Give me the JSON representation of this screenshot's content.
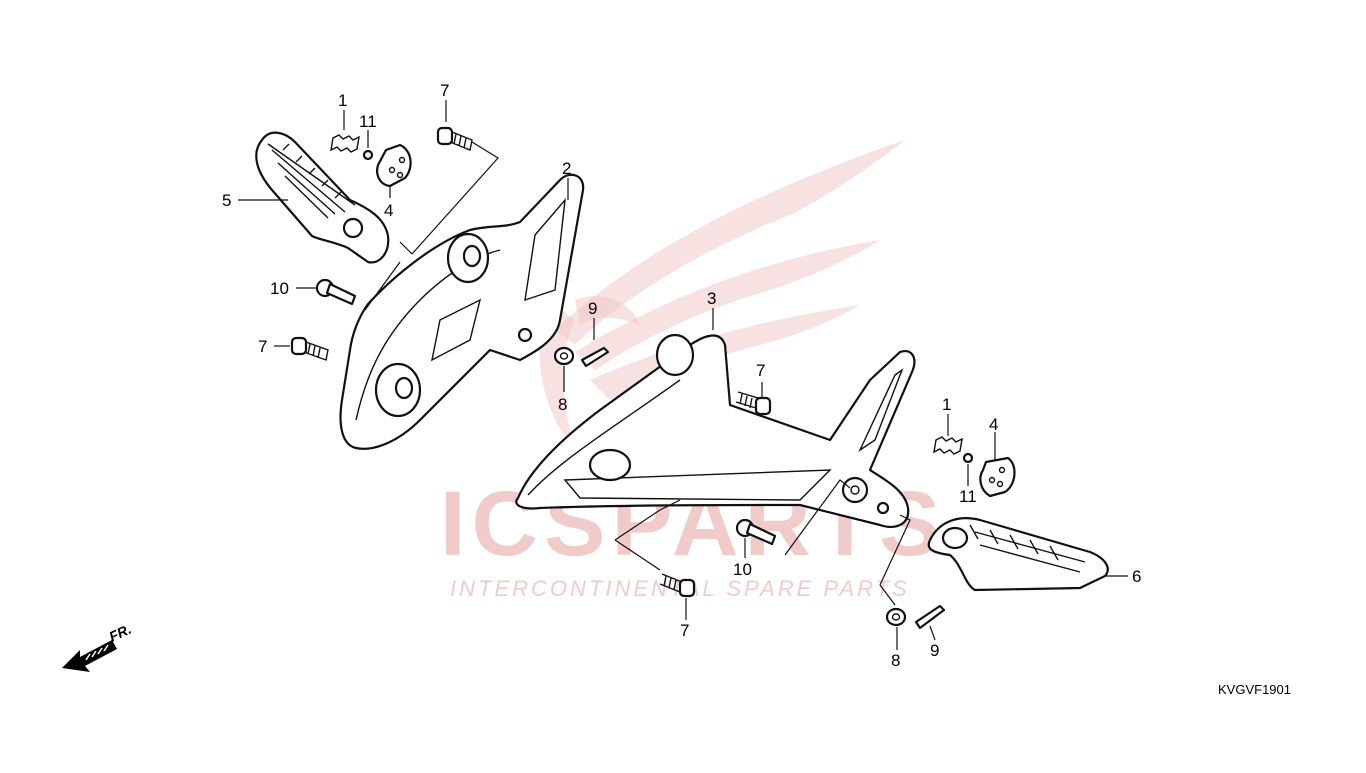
{
  "watermark": {
    "brand": "ICSPARTS",
    "tagline": "INTERCONTINENTAL SPARE PARTS",
    "color": "#e8a3a3"
  },
  "diagram": {
    "code": "KVGVF1901",
    "direction_label": "FR.",
    "callouts": [
      {
        "id": "c1a",
        "text": "1"
      },
      {
        "id": "c11a",
        "text": "11"
      },
      {
        "id": "c7a",
        "text": "7"
      },
      {
        "id": "c2",
        "text": "2"
      },
      {
        "id": "c5",
        "text": "5"
      },
      {
        "id": "c4a",
        "text": "4"
      },
      {
        "id": "c10a",
        "text": "10"
      },
      {
        "id": "c7b",
        "text": "7"
      },
      {
        "id": "c9a",
        "text": "9"
      },
      {
        "id": "c8a",
        "text": "8"
      },
      {
        "id": "c3",
        "text": "3"
      },
      {
        "id": "c7c",
        "text": "7"
      },
      {
        "id": "c1b",
        "text": "1"
      },
      {
        "id": "c4b",
        "text": "4"
      },
      {
        "id": "c11b",
        "text": "11"
      },
      {
        "id": "c6",
        "text": "6"
      },
      {
        "id": "c10b",
        "text": "10"
      },
      {
        "id": "c7d",
        "text": "7"
      },
      {
        "id": "c8b",
        "text": "8"
      },
      {
        "id": "c9b",
        "text": "9"
      }
    ]
  }
}
